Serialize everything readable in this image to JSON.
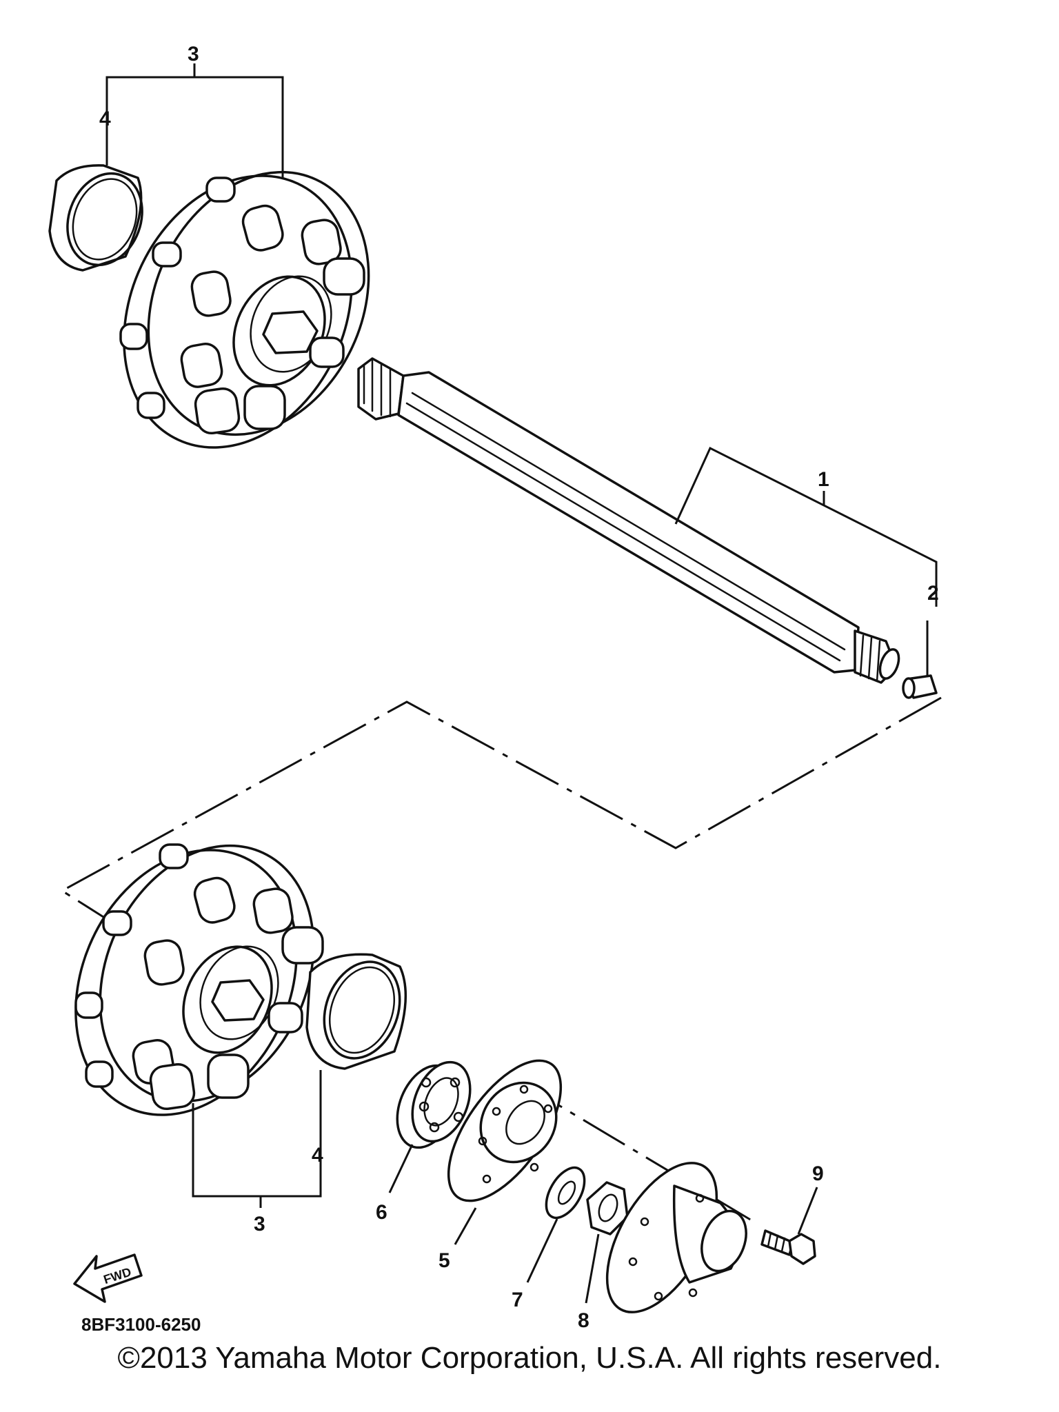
{
  "diagram": {
    "callouts": {
      "part1": "1",
      "part2": "2",
      "part3_top": "3",
      "part4_top": "4",
      "part3_bottom": "3",
      "part4_bottom": "4",
      "part5": "5",
      "part6": "6",
      "part7": "7",
      "part8": "8",
      "part9": "9"
    },
    "fwd_label": "FWD",
    "diagram_code": "8BF3100-6250"
  },
  "footer": {
    "copyright": "©2013 Yamaha Motor Corporation, U.S.A. All rights reserved."
  }
}
